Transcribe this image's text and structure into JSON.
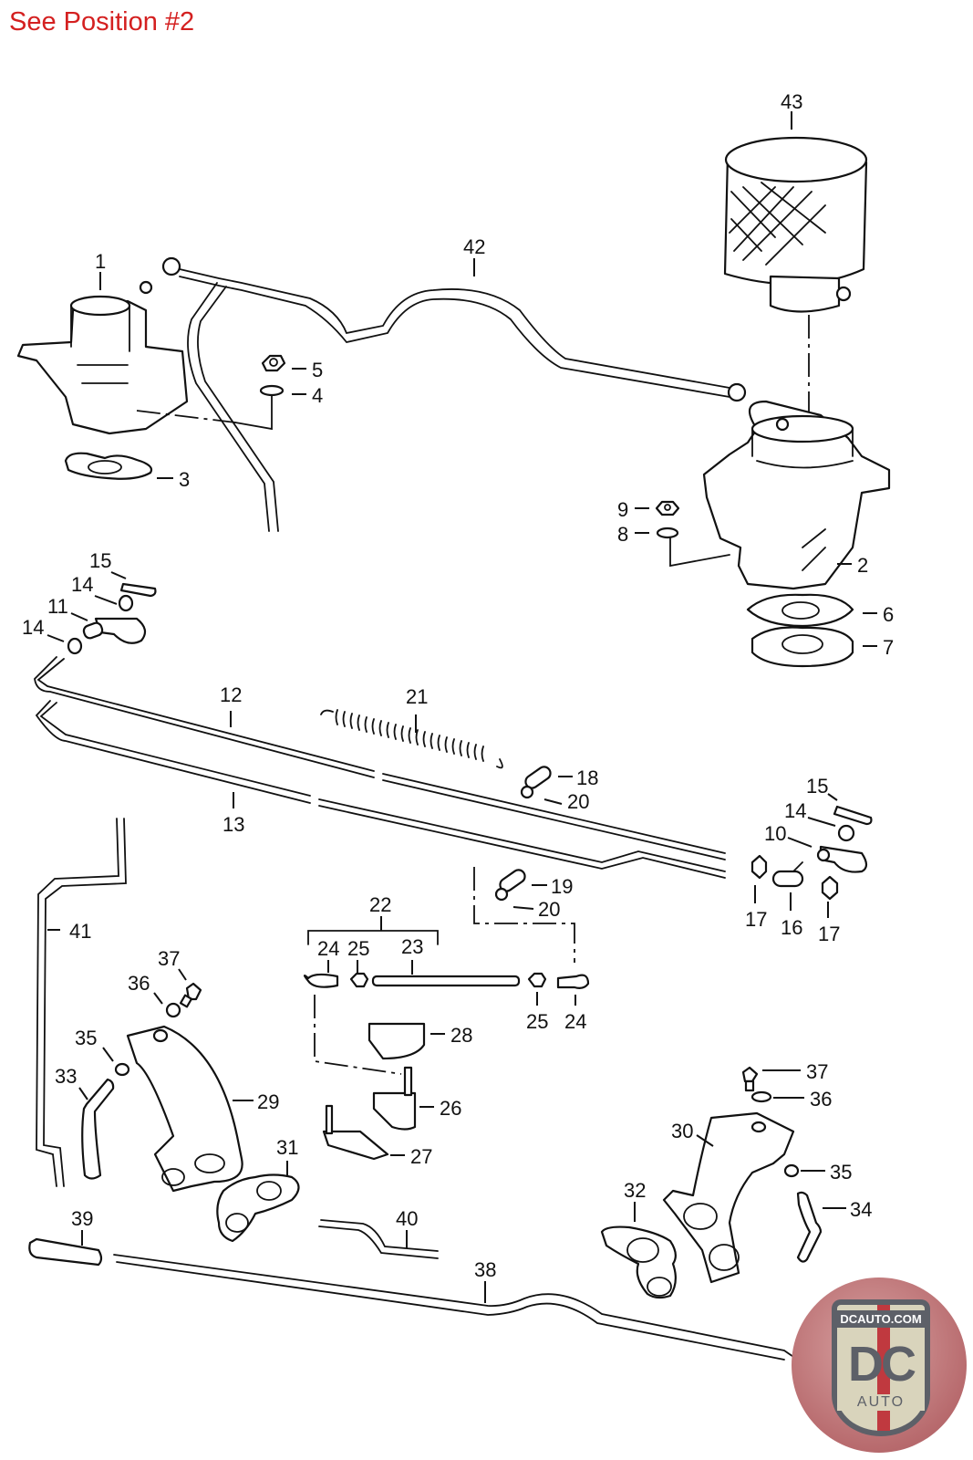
{
  "header": {
    "note": "See Position #2"
  },
  "watermark": {
    "brand_url": "DCAUTO.COM",
    "brand_initials": "DC",
    "brand_word": "AUTO"
  },
  "callouts": [
    {
      "id": "c1",
      "label": "1"
    },
    {
      "id": "c2",
      "label": "2"
    },
    {
      "id": "c3",
      "label": "3"
    },
    {
      "id": "c4",
      "label": "4"
    },
    {
      "id": "c5",
      "label": "5"
    },
    {
      "id": "c6",
      "label": "6"
    },
    {
      "id": "c7",
      "label": "7"
    },
    {
      "id": "c8",
      "label": "8"
    },
    {
      "id": "c9",
      "label": "9"
    },
    {
      "id": "c10",
      "label": "10"
    },
    {
      "id": "c11",
      "label": "11"
    },
    {
      "id": "c12",
      "label": "12"
    },
    {
      "id": "c13",
      "label": "13"
    },
    {
      "id": "c14a",
      "label": "14"
    },
    {
      "id": "c14b",
      "label": "14"
    },
    {
      "id": "c14c",
      "label": "14"
    },
    {
      "id": "c15a",
      "label": "15"
    },
    {
      "id": "c15b",
      "label": "15"
    },
    {
      "id": "c16",
      "label": "16"
    },
    {
      "id": "c17a",
      "label": "17"
    },
    {
      "id": "c17b",
      "label": "17"
    },
    {
      "id": "c18",
      "label": "18"
    },
    {
      "id": "c19",
      "label": "19"
    },
    {
      "id": "c20a",
      "label": "20"
    },
    {
      "id": "c20b",
      "label": "20"
    },
    {
      "id": "c21",
      "label": "21"
    },
    {
      "id": "c22",
      "label": "22"
    },
    {
      "id": "c23",
      "label": "23"
    },
    {
      "id": "c24a",
      "label": "24"
    },
    {
      "id": "c24b",
      "label": "24"
    },
    {
      "id": "c25a",
      "label": "25"
    },
    {
      "id": "c25b",
      "label": "25"
    },
    {
      "id": "c26",
      "label": "26"
    },
    {
      "id": "c27",
      "label": "27"
    },
    {
      "id": "c28",
      "label": "28"
    },
    {
      "id": "c29",
      "label": "29"
    },
    {
      "id": "c30",
      "label": "30"
    },
    {
      "id": "c31",
      "label": "31"
    },
    {
      "id": "c32",
      "label": "32"
    },
    {
      "id": "c33",
      "label": "33"
    },
    {
      "id": "c34",
      "label": "34"
    },
    {
      "id": "c35a",
      "label": "35"
    },
    {
      "id": "c35b",
      "label": "35"
    },
    {
      "id": "c36a",
      "label": "36"
    },
    {
      "id": "c36b",
      "label": "36"
    },
    {
      "id": "c37a",
      "label": "37"
    },
    {
      "id": "c37b",
      "label": "37"
    },
    {
      "id": "c38",
      "label": "38"
    },
    {
      "id": "c39",
      "label": "39"
    },
    {
      "id": "c40",
      "label": "40"
    },
    {
      "id": "c41",
      "label": "41"
    },
    {
      "id": "c42",
      "label": "42"
    },
    {
      "id": "c43",
      "label": "43"
    }
  ]
}
